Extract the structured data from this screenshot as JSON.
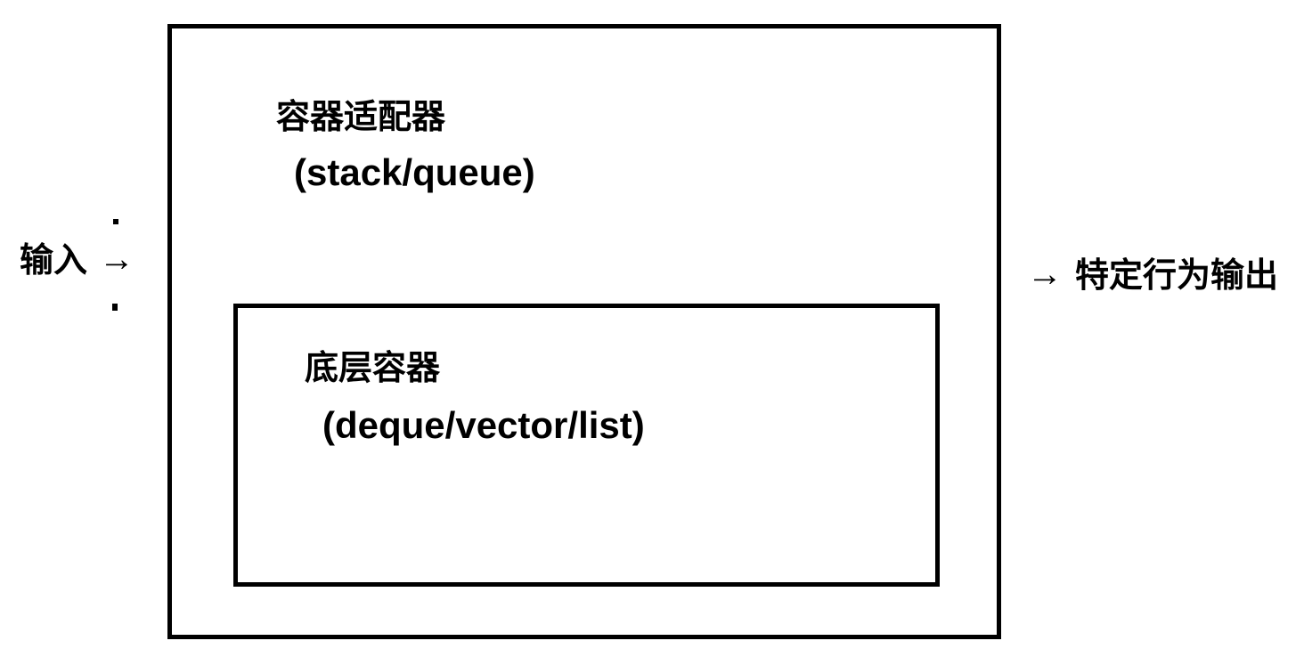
{
  "diagram": {
    "title_semantic": "container-adapter-layering",
    "colors": {
      "stroke": "#000000",
      "background": "#ffffff",
      "text": "#000000"
    },
    "outer_box": {
      "line1": "容器适配器",
      "line2": "(stack/queue)"
    },
    "inner_box": {
      "line1": "底层容器",
      "line2": "(deque/vector/list)"
    },
    "input_label": {
      "text": "输入",
      "arrow": "→"
    },
    "output_label": {
      "arrow": "→",
      "text": "特定行为输出"
    }
  }
}
